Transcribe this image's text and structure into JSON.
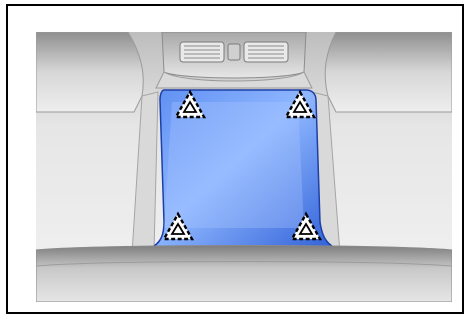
{
  "figure": {
    "icon": "clip-location-triangle-icon",
    "clip_markers": [
      {
        "name": "clip-marker-rear-left"
      },
      {
        "name": "clip-marker-rear-right"
      },
      {
        "name": "clip-marker-front-left"
      },
      {
        "name": "clip-marker-front-right"
      }
    ],
    "colors": {
      "highlight_panel": "#3b6fe6",
      "highlight_panel_light": "#a9c6ff",
      "marker_fill": "#ffffff",
      "marker_stroke": "#000000",
      "interior_gray": "#cfcfcf"
    }
  }
}
